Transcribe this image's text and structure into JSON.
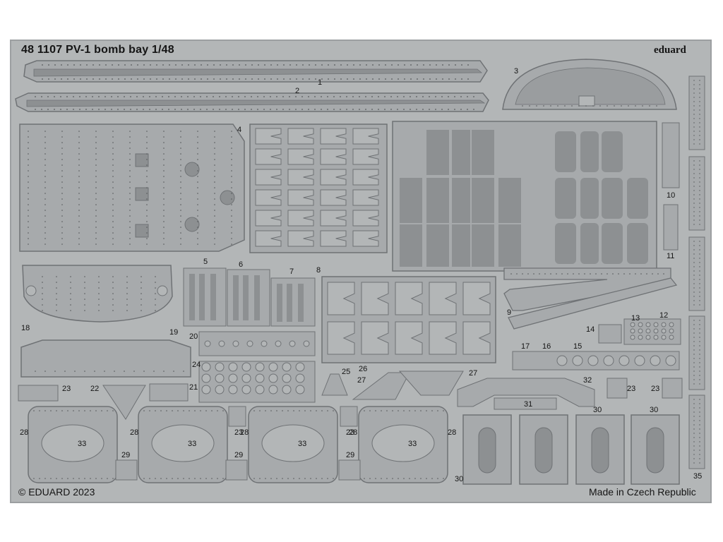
{
  "header": {
    "title": "48 1107  PV-1 bomb bay  1/48",
    "brand": "eduard"
  },
  "footer": {
    "copyright": "© EDUARD 2023",
    "origin": "Made in Czech Republic"
  },
  "part_numbers": {
    "p1": "1",
    "p2": "2",
    "p3": "3",
    "p4": "4",
    "p5": "5",
    "p6": "6",
    "p7": "7",
    "p8": "8",
    "p9": "9",
    "p10": "10",
    "p11": "11",
    "p12": "12",
    "p13": "13",
    "p14": "14",
    "p15": "15",
    "p16": "16",
    "p17": "17",
    "p18": "18",
    "p19": "19",
    "p20": "20",
    "p21": "21",
    "p22": "22",
    "p23": "23",
    "p24": "24",
    "p25": "25",
    "p26": "26",
    "p27": "27",
    "p28": "28",
    "p29": "29",
    "p30": "30",
    "p31": "31",
    "p32": "32",
    "p33": "33",
    "p35": "35"
  },
  "colors": {
    "fret": "#b3b6b7",
    "part": "#a7aaac",
    "edge": "#6f7275",
    "inner": "#8d9092",
    "rivet": "#55585a"
  }
}
